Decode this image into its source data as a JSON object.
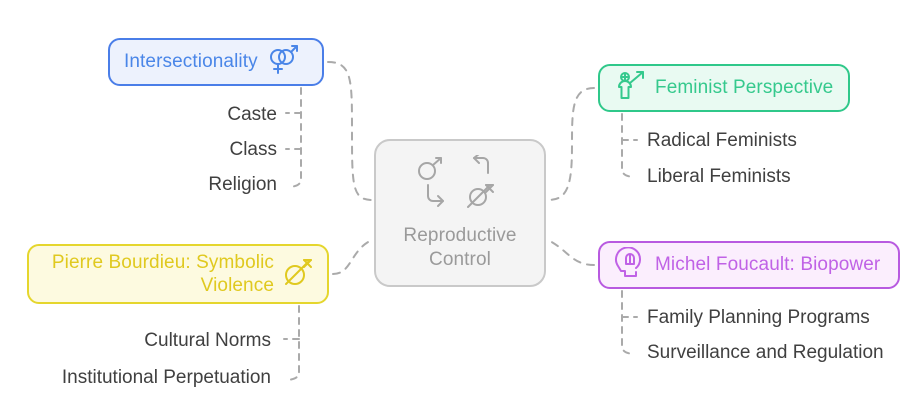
{
  "diagram": {
    "type": "mind-map",
    "title": "Reproductive Control",
    "palette": {
      "blue": "#4a86e8",
      "yellow": "#e0c91f",
      "green": "#35c98d",
      "purple": "#c062e6",
      "center_gray": "#9a9a9a",
      "leaf_text": "#404040",
      "edge_gray": "#aaaaaa"
    }
  },
  "center": {
    "label": "Reproductive Control",
    "icons": [
      "mars-stroke-icon",
      "arrow-turn-left-icon",
      "arrow-turn-right-icon",
      "venus-slash-icon"
    ]
  },
  "branches": [
    {
      "id": "intersectionality",
      "label": "Intersectionality",
      "icon": "intergender-symbol-icon",
      "color": "#4a86e8",
      "children": [
        {
          "label": "Caste"
        },
        {
          "label": "Class"
        },
        {
          "label": "Religion"
        }
      ]
    },
    {
      "id": "bourdieu",
      "label": "Pierre Bourdieu: Symbolic Violence",
      "icon": "venus-slash-icon",
      "color": "#e0c91f",
      "children": [
        {
          "label": "Cultural Norms"
        },
        {
          "label": "Institutional Perpetuation"
        }
      ]
    },
    {
      "id": "feminist",
      "label": "Feminist Perspective",
      "icon": "person-rising-arrow-icon",
      "color": "#35c98d",
      "children": [
        {
          "label": "Radical Feminists"
        },
        {
          "label": "Liberal Feminists"
        }
      ]
    },
    {
      "id": "foucault",
      "label": "Michel Foucault: Biopower",
      "icon": "head-brain-icon",
      "color": "#c062e6",
      "children": [
        {
          "label": "Family Planning Programs"
        },
        {
          "label": "Surveillance and Regulation"
        }
      ]
    }
  ]
}
